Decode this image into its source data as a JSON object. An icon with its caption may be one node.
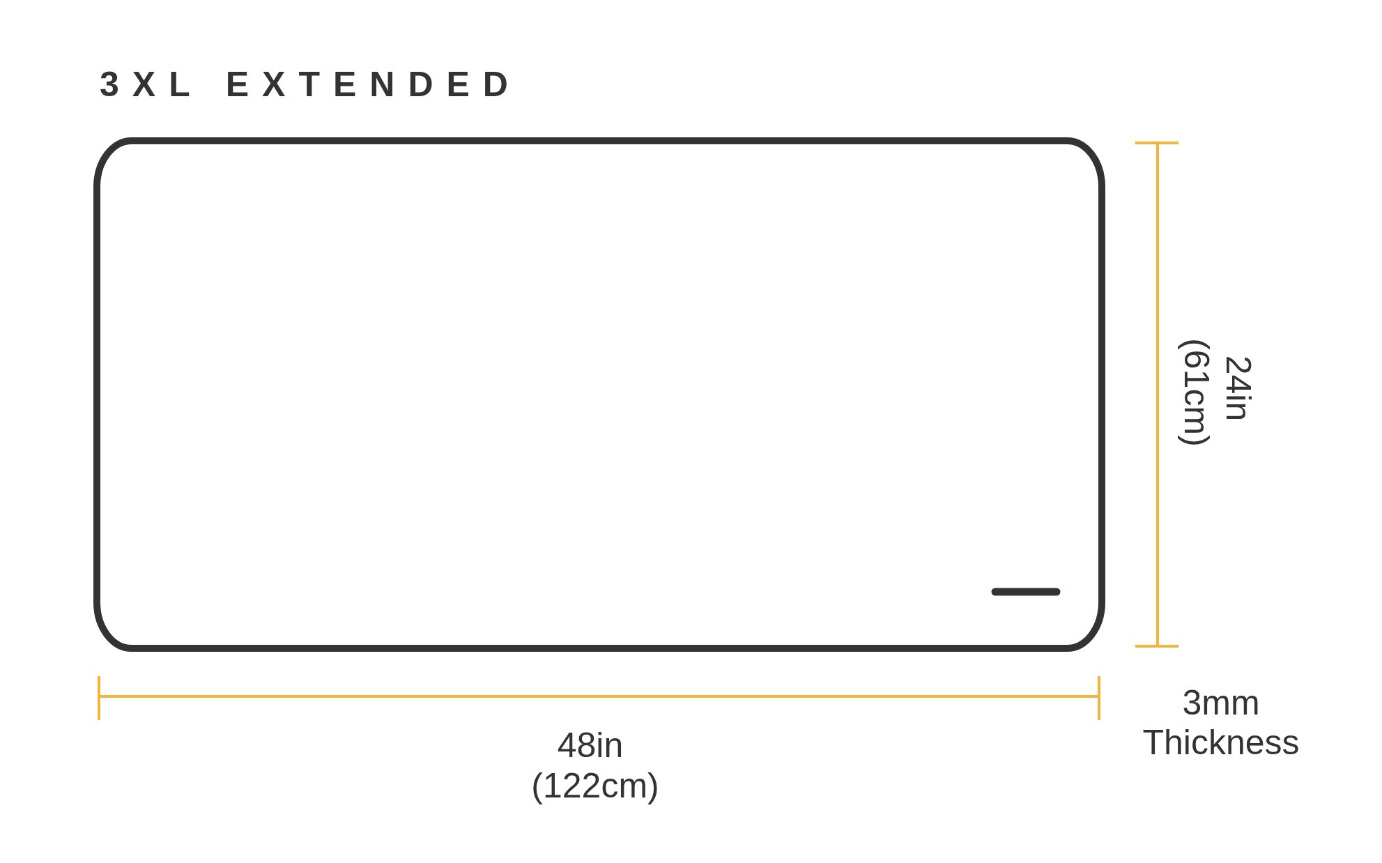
{
  "diagram": {
    "title": "3XL EXTENDED",
    "labels": [
      "24in",
      "(61cm)",
      "48in",
      "(122cm)",
      "3mm",
      "Thickness"
    ]
  }
}
